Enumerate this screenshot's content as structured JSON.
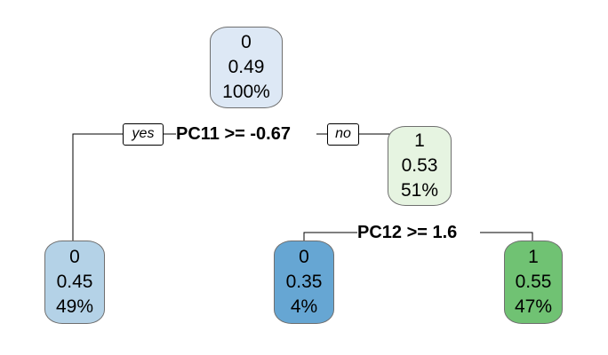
{
  "tree": {
    "nodes": {
      "root": {
        "class": "0",
        "prob": "0.49",
        "pct": "100%",
        "fill": "#dde8f5"
      },
      "left": {
        "class": "0",
        "prob": "0.45",
        "pct": "49%",
        "fill": "#b4d2e7"
      },
      "right": {
        "class": "1",
        "prob": "0.53",
        "pct": "51%",
        "fill": "#e6f4e1"
      },
      "rl": {
        "class": "0",
        "prob": "0.35",
        "pct": "4%",
        "fill": "#66a6d3"
      },
      "rr": {
        "class": "1",
        "prob": "0.55",
        "pct": "47%",
        "fill": "#70c273"
      }
    },
    "splits": {
      "root": "PC11 >= -0.67",
      "right": "PC12 >= 1.6"
    },
    "edge_labels": {
      "yes": "yes",
      "no": "no"
    },
    "edge_color": "#000000"
  }
}
